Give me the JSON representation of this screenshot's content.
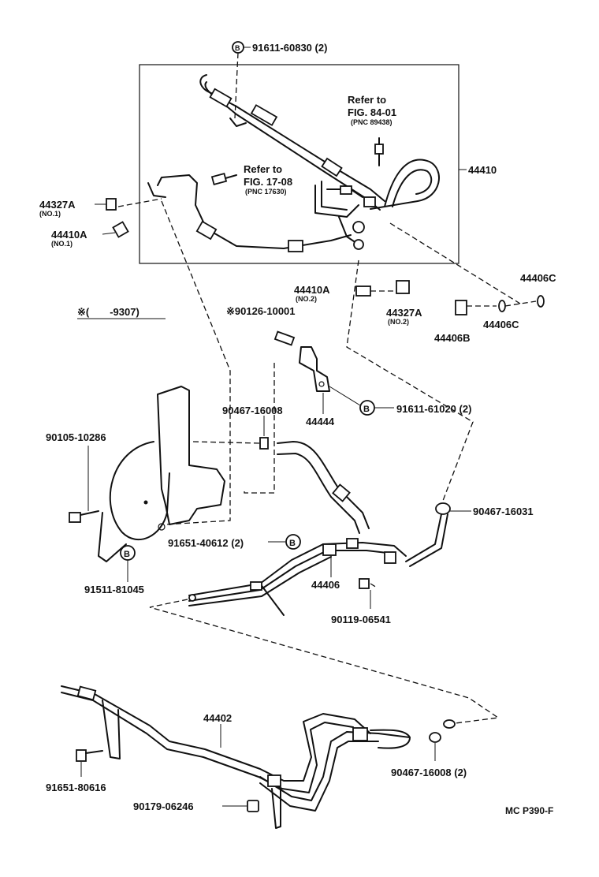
{
  "labels": {
    "bolt_top": "91611-60830 (2)",
    "refer1_a": "Refer to",
    "refer1_b": "FIG. 84-01",
    "refer1_c": "(PNC 89438)",
    "refer2_a": "Refer to",
    "refer2_b": "FIG. 17-08",
    "refer2_c": "(PNC 17630)",
    "p44410": "44410",
    "p44327A_1": "44327A",
    "no1_a": "(NO.1)",
    "p44410A_1": "44410A",
    "no1_b": "(NO.1)",
    "p44410A_2": "44410A",
    "no2_a": "(NO.2)",
    "p44327A_2": "44327A",
    "no2_b": "(NO.2)",
    "p44406C_a": "44406C",
    "p44406C_b": "44406C",
    "p44406B": "44406B",
    "note_range": "※(　　-9307)",
    "p90126": "※90126-10001",
    "p90467_16008": "90467-16008",
    "p44444": "44444",
    "p91611_61020": "91611-61020 (2)",
    "p90105": "90105-10286",
    "p90467_16031": "90467-16031",
    "p91651_40612": "91651-40612 (2)",
    "p91511": "91511-81045",
    "p44406": "44406",
    "p90119": "90119-06541",
    "p44402": "44402",
    "p90467_16008_2": "90467-16008 (2)",
    "p91651_80616": "91651-80616",
    "p90179": "90179-06246",
    "footer": "MC  P390-F",
    "circle_b": "B"
  }
}
